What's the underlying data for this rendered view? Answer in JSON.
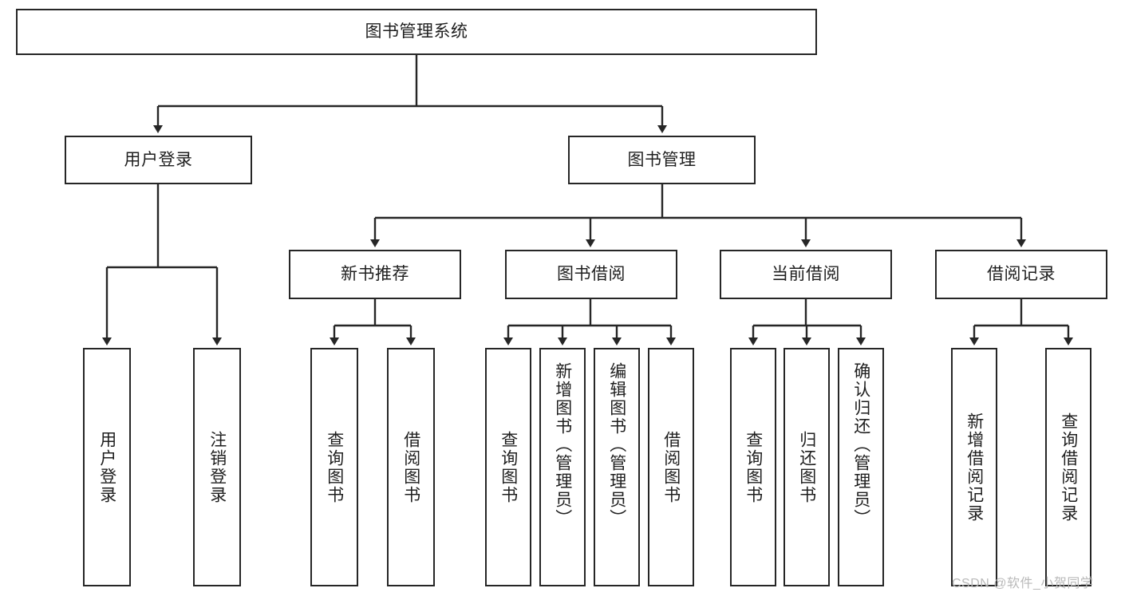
{
  "diagram": {
    "type": "tree-hierarchy-chart",
    "title": "图书管理系统",
    "watermark": "CSDN @软件_小贺同学",
    "colors": {
      "stroke": "#262626",
      "fill": "#ffffff",
      "text": "#1f1f1f",
      "watermark": "#b9b9b9"
    },
    "nodes": {
      "root": {
        "label": "图书管理系统"
      },
      "level2": [
        {
          "id": "user-login",
          "label": "用户登录"
        },
        {
          "id": "book-management",
          "label": "图书管理"
        }
      ],
      "level3": [
        {
          "id": "new-book-recommend",
          "label": "新书推荐"
        },
        {
          "id": "book-borrow",
          "label": "图书借阅"
        },
        {
          "id": "current-borrow",
          "label": "当前借阅"
        },
        {
          "id": "borrow-record",
          "label": "借阅记录"
        }
      ],
      "leaves": {
        "user_login": [
          {
            "id": "leaf-user-login",
            "label": "用户登录"
          },
          {
            "id": "leaf-logout-login",
            "label": "注销登录"
          }
        ],
        "new_book_recommend": [
          {
            "id": "leaf-query-book-1",
            "label": "查询图书"
          },
          {
            "id": "leaf-borrow-book-1",
            "label": "借阅图书"
          }
        ],
        "book_borrow": [
          {
            "id": "leaf-query-book-2",
            "label": "查询图书"
          },
          {
            "id": "leaf-add-book",
            "label": "新增图书（管理员）"
          },
          {
            "id": "leaf-edit-book",
            "label": "编辑图书（管理员）"
          },
          {
            "id": "leaf-borrow-book-2",
            "label": "借阅图书"
          }
        ],
        "current_borrow": [
          {
            "id": "leaf-query-book-3",
            "label": "查询图书"
          },
          {
            "id": "leaf-return-book",
            "label": "归还图书"
          },
          {
            "id": "leaf-confirm-return",
            "label": "确认归还（管理员）"
          }
        ],
        "borrow_record": [
          {
            "id": "leaf-add-borrow-record",
            "label": "新增借阅记录"
          },
          {
            "id": "leaf-query-borrow-record",
            "label": "查询借阅记录"
          }
        ]
      }
    }
  }
}
